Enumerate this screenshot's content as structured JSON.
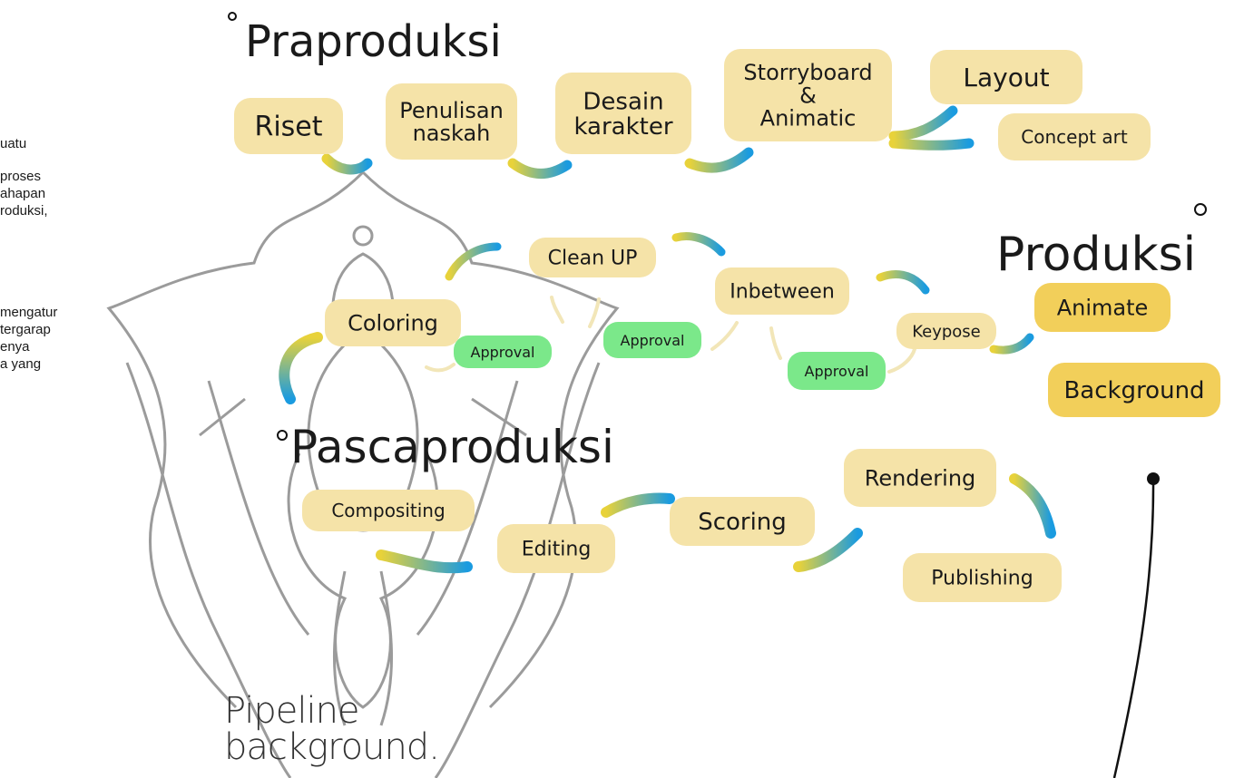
{
  "side_text": [
    "uatu",
    "proses",
    "ahapan",
    "roduksi,",
    "mengatur",
    "tergarap",
    "enya",
    "a  yang"
  ],
  "sections": {
    "praproduksi": "Praproduksi",
    "produksi": "Produksi",
    "pascaproduksi": "Pascaproduksi"
  },
  "nodes": {
    "riset": "Riset",
    "penulisan": [
      "Penulisan",
      "naskah"
    ],
    "desain": [
      "Desain",
      "karakter"
    ],
    "storyboard": [
      "Storryboard",
      "&",
      "Animatic"
    ],
    "layout": "Layout",
    "concept_art": "Concept art",
    "clean_up": "Clean UP",
    "inbetween": "Inbetween",
    "coloring": "Coloring",
    "keypose": "Keypose",
    "animate": "Animate",
    "background": "Background",
    "compositing": "Compositing",
    "editing": "Editing",
    "scoring": "Scoring",
    "rendering": "Rendering",
    "publishing": "Publishing"
  },
  "approvals": [
    "Approval",
    "Approval",
    "Approval"
  ],
  "title": [
    "Pipeline",
    "background."
  ],
  "colors": {
    "node_fill": "#f5e3a8",
    "node_fill_strong": "#f2cf5a",
    "approval_fill": "#7be88a",
    "arrow_blue": "#1a9be0",
    "arrow_yellow": "#e8d23a",
    "watermark": "#8a8a8a"
  }
}
